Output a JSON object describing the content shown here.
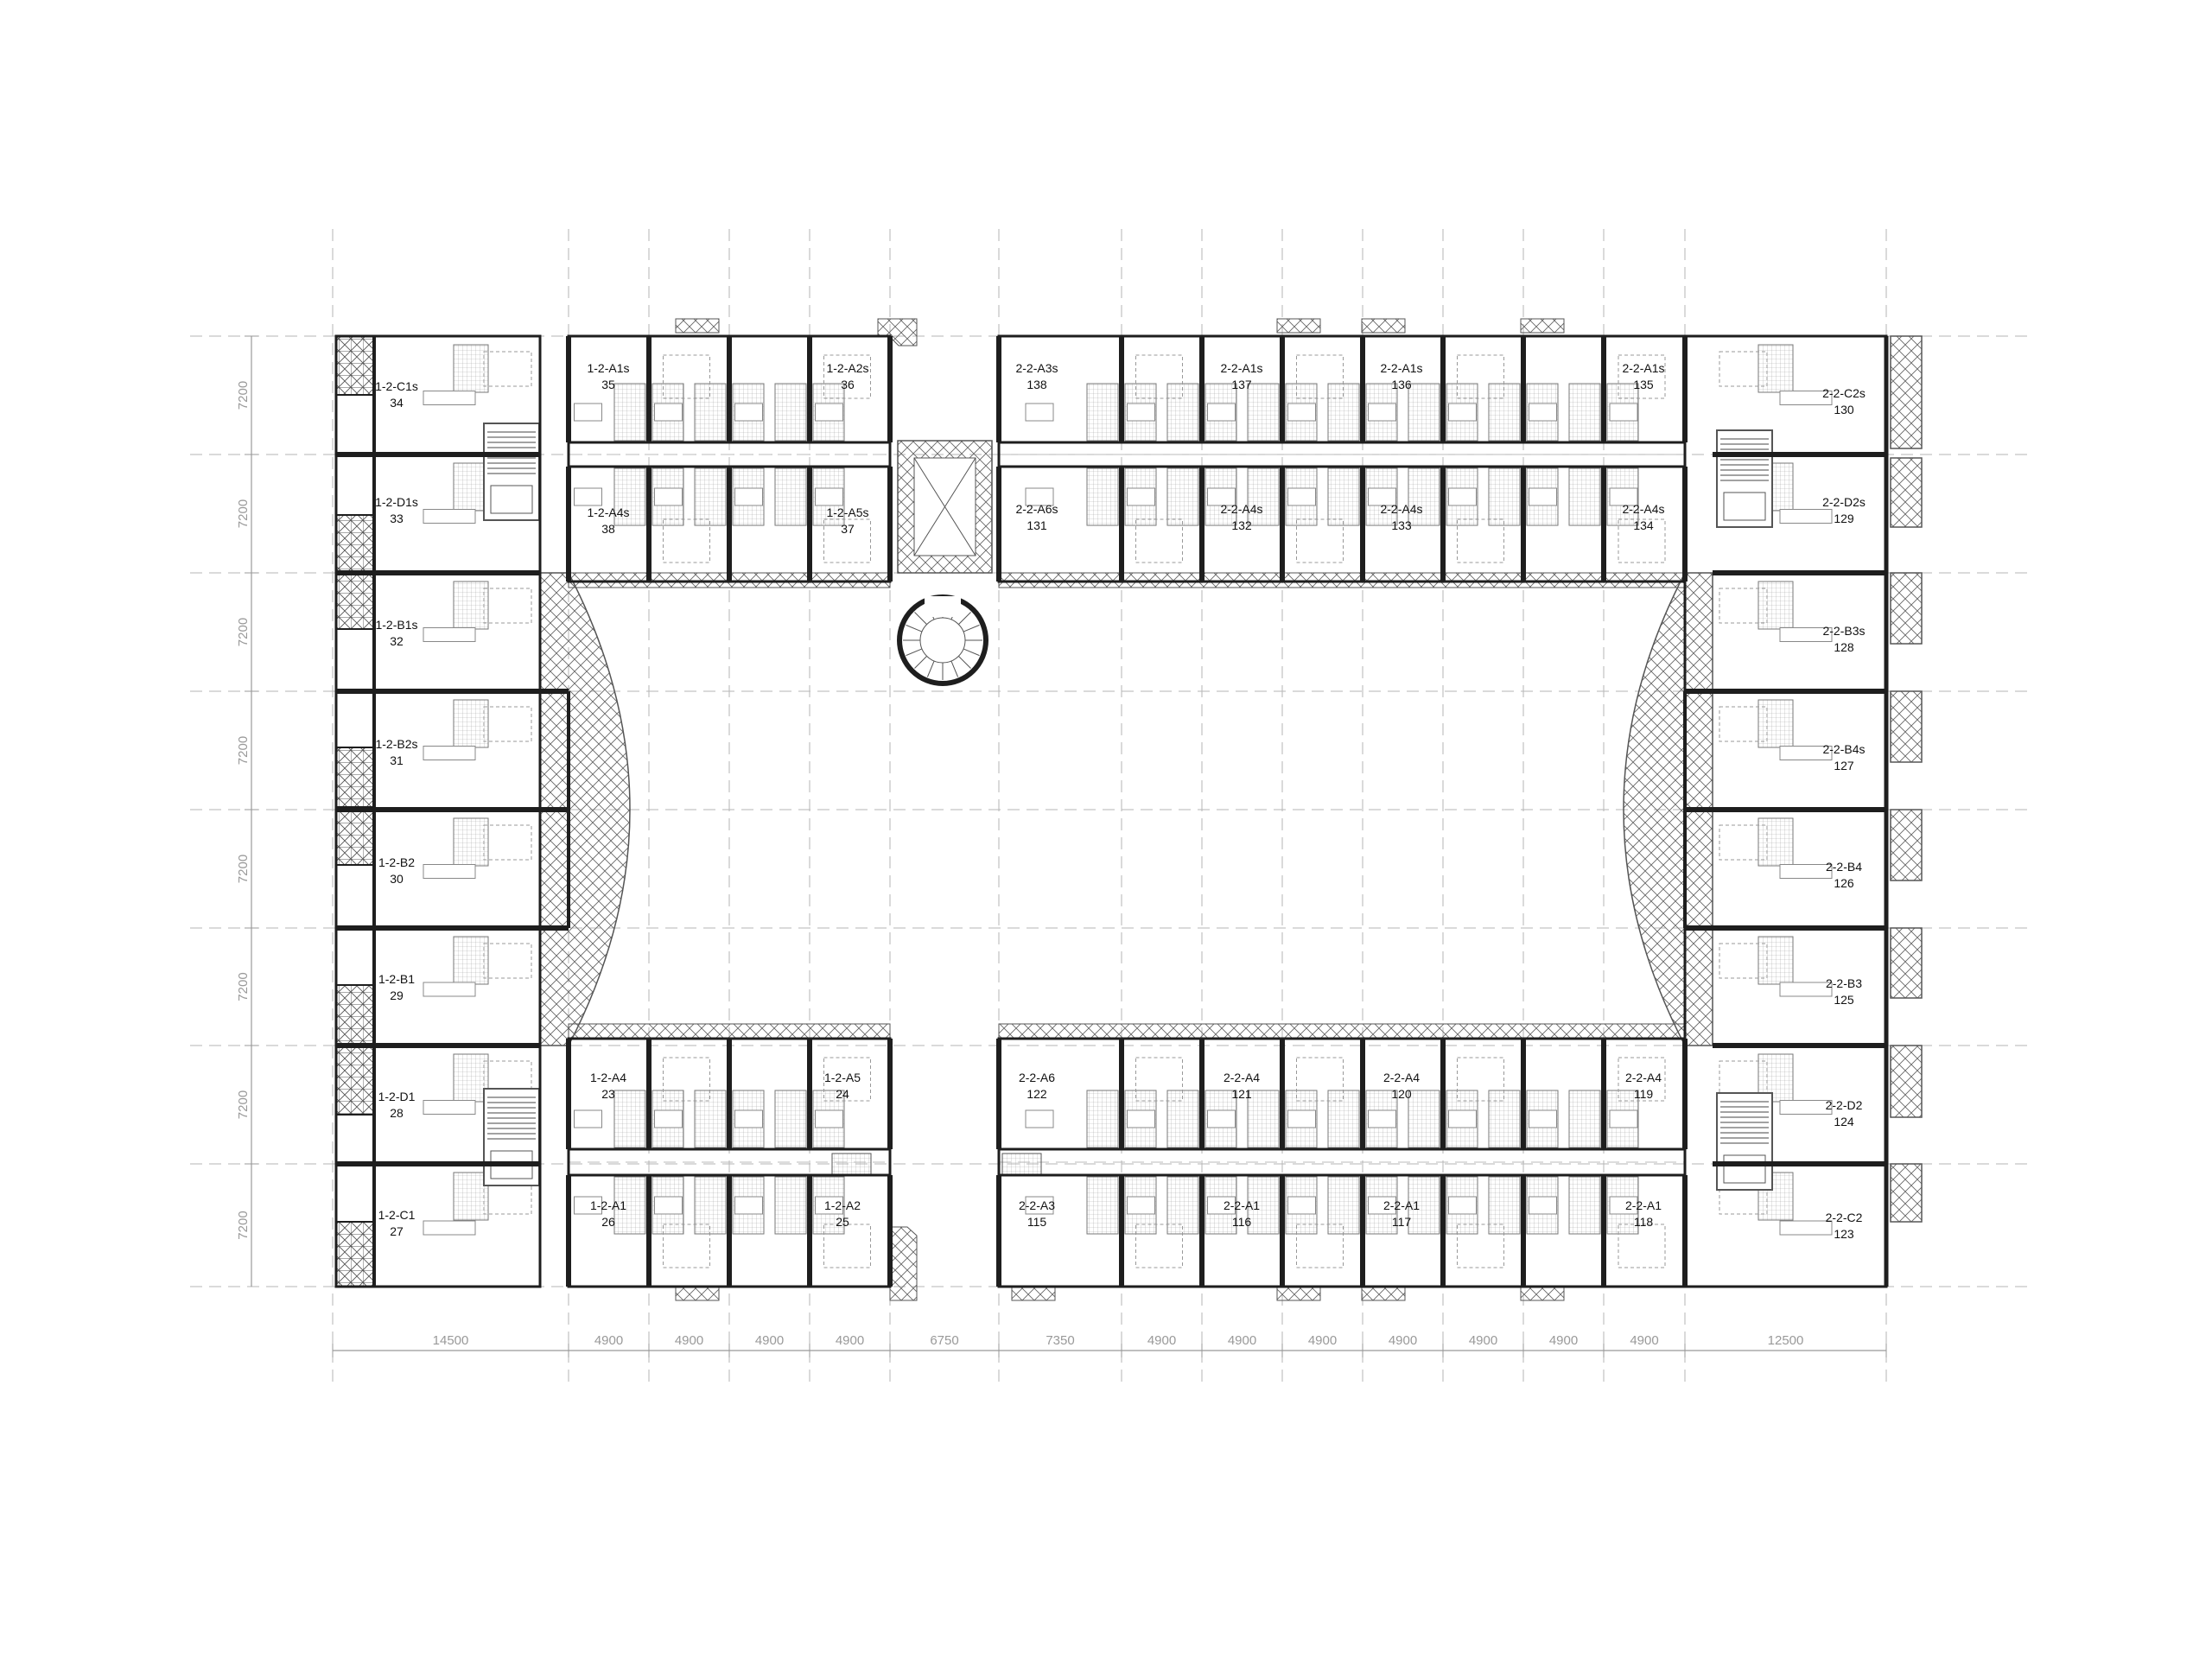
{
  "dimensions": {
    "horizontal": [
      "14500",
      "4900",
      "4900",
      "4900",
      "4900",
      "6750",
      "7350",
      "4900",
      "4900",
      "4900",
      "4900",
      "4900",
      "4900",
      "4900",
      "12500"
    ],
    "vertical": [
      "7200",
      "7200",
      "7200",
      "7200",
      "7200",
      "7200",
      "7200",
      "7200"
    ]
  },
  "units": {
    "left_wing": [
      {
        "code": "1-2-C1s",
        "number": "34"
      },
      {
        "code": "1-2-D1s",
        "number": "33"
      },
      {
        "code": "1-2-B1s",
        "number": "32"
      },
      {
        "code": "1-2-B2s",
        "number": "31"
      },
      {
        "code": "1-2-B2",
        "number": "30"
      },
      {
        "code": "1-2-B1",
        "number": "29"
      },
      {
        "code": "1-2-D1",
        "number": "28"
      },
      {
        "code": "1-2-C1",
        "number": "27"
      }
    ],
    "top_left": [
      {
        "code": "1-2-A1s",
        "number": "35"
      },
      {
        "code": "1-2-A2s",
        "number": "36"
      },
      {
        "code": "1-2-A4s",
        "number": "38"
      },
      {
        "code": "1-2-A5s",
        "number": "37"
      }
    ],
    "top_right": [
      {
        "code": "2-2-A3s",
        "number": "138"
      },
      {
        "code": "2-2-A1s",
        "number": "137"
      },
      {
        "code": "2-2-A1s",
        "number": "136"
      },
      {
        "code": "2-2-A1s",
        "number": "135"
      },
      {
        "code": "2-2-A6s",
        "number": "131"
      },
      {
        "code": "2-2-A4s",
        "number": "132"
      },
      {
        "code": "2-2-A4s",
        "number": "133"
      },
      {
        "code": "2-2-A4s",
        "number": "134"
      }
    ],
    "right_wing": [
      {
        "code": "2-2-C2s",
        "number": "130"
      },
      {
        "code": "2-2-D2s",
        "number": "129"
      },
      {
        "code": "2-2-B3s",
        "number": "128"
      },
      {
        "code": "2-2-B4s",
        "number": "127"
      },
      {
        "code": "2-2-B4",
        "number": "126"
      },
      {
        "code": "2-2-B3",
        "number": "125"
      },
      {
        "code": "2-2-D2",
        "number": "124"
      },
      {
        "code": "2-2-C2",
        "number": "123"
      }
    ],
    "bottom_left": [
      {
        "code": "1-2-A4",
        "number": "23"
      },
      {
        "code": "1-2-A5",
        "number": "24"
      },
      {
        "code": "1-2-A1",
        "number": "26"
      },
      {
        "code": "1-2-A2",
        "number": "25"
      }
    ],
    "bottom_right": [
      {
        "code": "2-2-A6",
        "number": "122"
      },
      {
        "code": "2-2-A4",
        "number": "121"
      },
      {
        "code": "2-2-A4",
        "number": "120"
      },
      {
        "code": "2-2-A4",
        "number": "119"
      },
      {
        "code": "2-2-A3",
        "number": "115"
      },
      {
        "code": "2-2-A1",
        "number": "116"
      },
      {
        "code": "2-2-A1",
        "number": "117"
      },
      {
        "code": "2-2-A1",
        "number": "118"
      }
    ]
  },
  "colors": {
    "wall": "#1e1e1e",
    "line": "#555555",
    "grid": "#b5b5b5",
    "hatch": "#666666",
    "tile": "#9a9a9a"
  }
}
